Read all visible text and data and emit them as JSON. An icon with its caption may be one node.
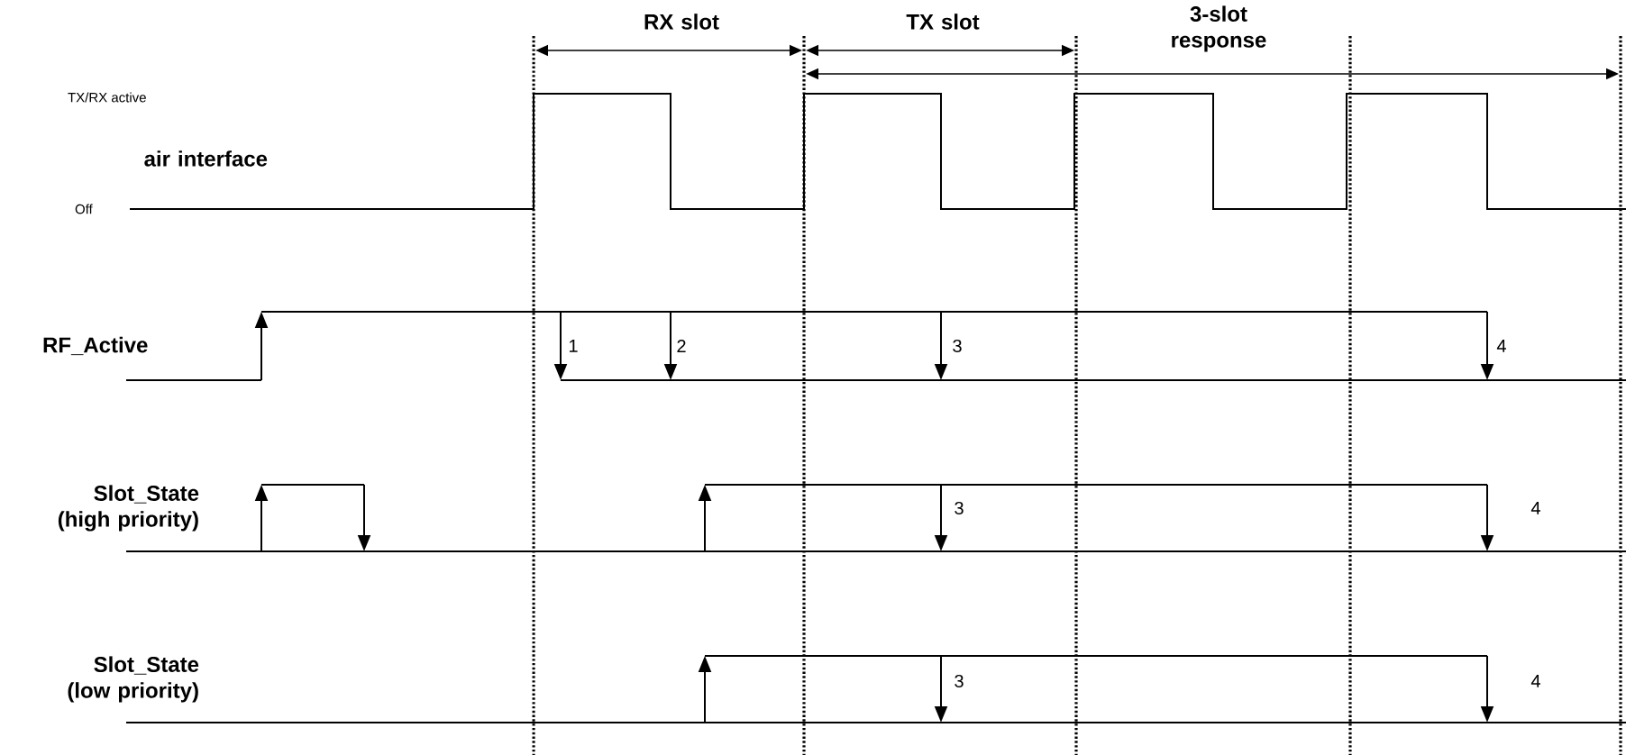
{
  "diagram": {
    "labels": [
      "RX slot",
      "TX slot",
      "3-slot response",
      "TX/RX active",
      "air interface",
      "Off",
      "RF_Active",
      "1",
      "2",
      "3",
      "4",
      "Slot_State (high priority)",
      "3",
      "4",
      "Slot_State (low priority)",
      "3",
      "4"
    ]
  }
}
